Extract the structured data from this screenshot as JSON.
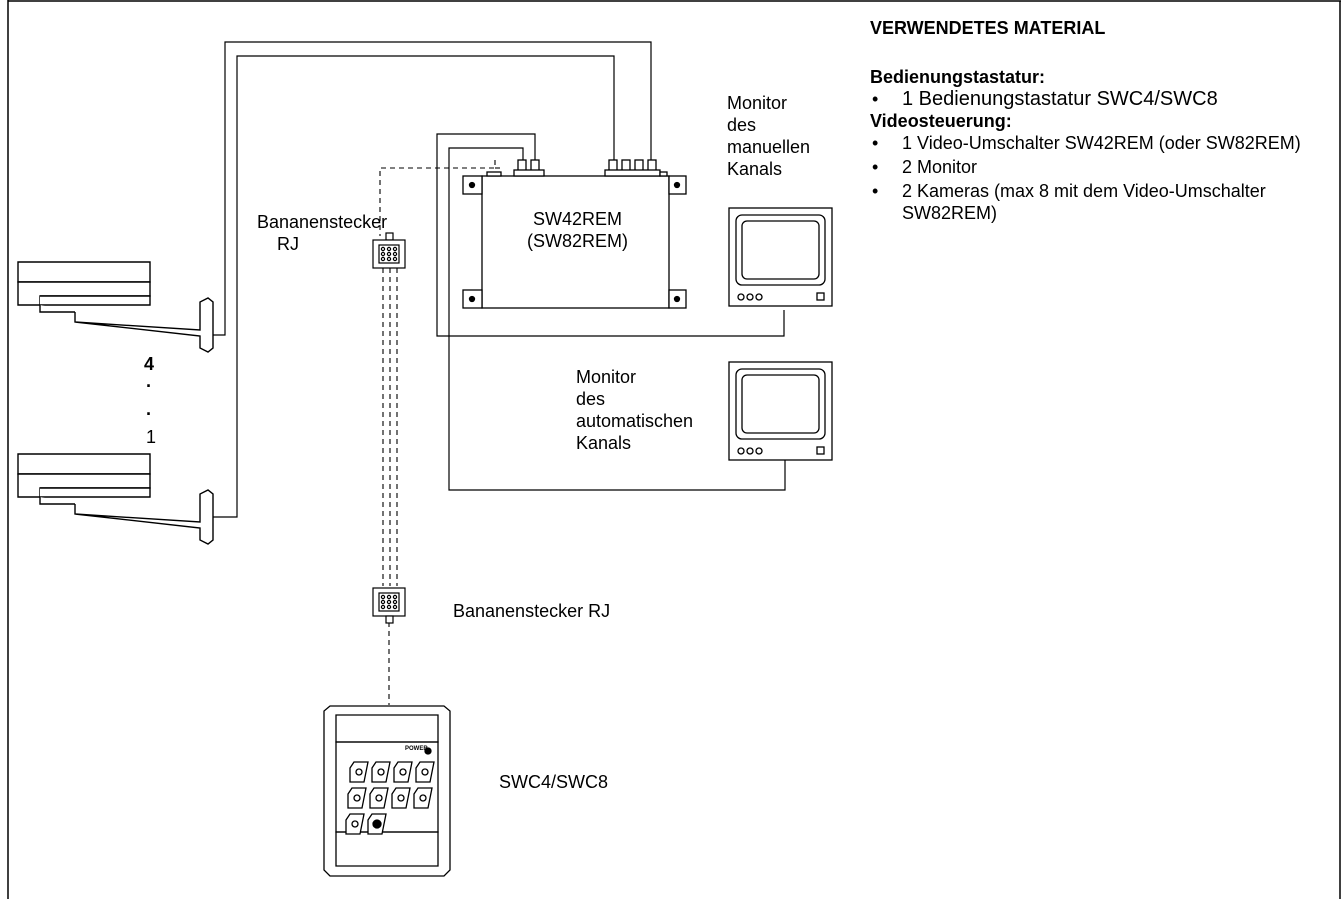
{
  "panel": {
    "title": "VERWENDETES MATERIAL",
    "sections": [
      {
        "heading": "Bedienungstastatur:",
        "items": [
          "1 Bedienungstastatur SWC4/SWC8"
        ]
      },
      {
        "heading": "Videosteuerung:",
        "items": [
          "1 Video-Umschalter SW42REM  (oder SW82REM)",
          "2 Monitor",
          "2 Kameras (max 8 mit dem Video-Umschalter SW82REM)"
        ]
      }
    ]
  },
  "diagram": {
    "switcher_label_line1": "SW42REM",
    "switcher_label_line2": "(SW82REM)",
    "manual_monitor_label": [
      "Monitor",
      "des",
      "manuellen",
      "Kanals"
    ],
    "auto_monitor_label": [
      "Monitor",
      "des",
      "automatischen",
      "Kanals"
    ],
    "connector_top_label": [
      "Bananenstecker",
      "RJ"
    ],
    "connector_bottom_label": "Bananenstecker RJ",
    "keyboard_label": "SWC4/SWC8",
    "keyboard_power_text": "POWER",
    "camera_count_top": "4",
    "camera_dot_1": "·",
    "camera_dot_2": "·",
    "camera_count_bottom": "1"
  }
}
